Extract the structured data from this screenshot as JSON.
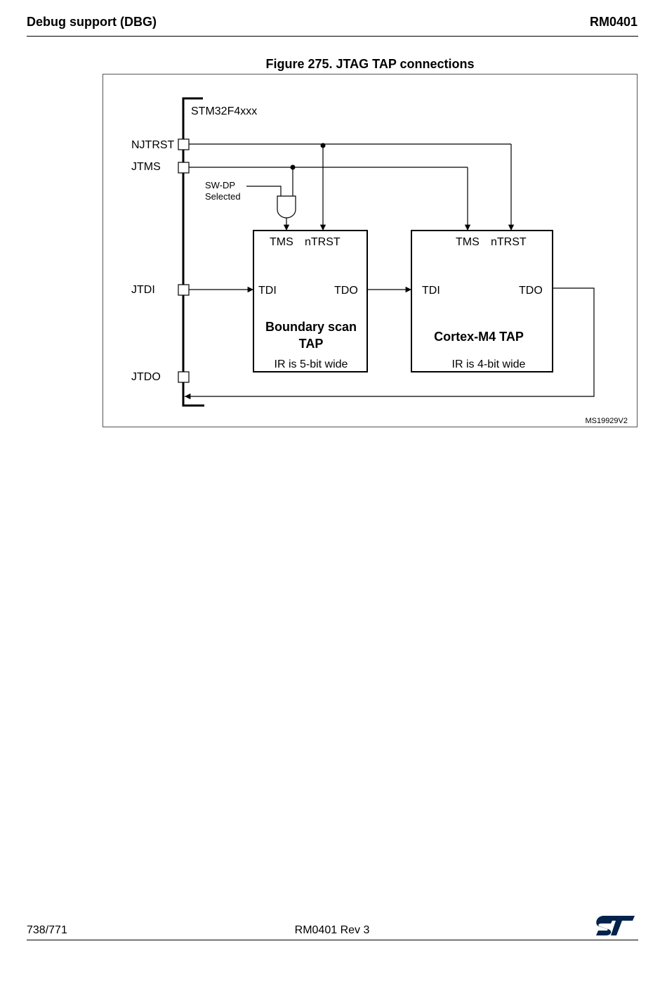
{
  "header": {
    "title": "Debug support (DBG)",
    "doc_id": "RM0401"
  },
  "figure": {
    "caption": "Figure 275. JTAG TAP connections",
    "chip_label": "STM32F4xxx",
    "pins": {
      "njtrst": "NJTRST",
      "jtms": "JTMS",
      "jtdi": "JTDI",
      "jtdo": "JTDO"
    },
    "swdp_label_line1": "SW-DP",
    "swdp_label_line2": "Selected",
    "boundary_scan": {
      "tms": "TMS",
      "ntrst": "nTRST",
      "tdi": "TDI",
      "tdo": "TDO",
      "title_line1": "Boundary scan",
      "title_line2": "TAP",
      "ir": "IR is 5-bit wide"
    },
    "cortex": {
      "tms": "TMS",
      "ntrst": "nTRST",
      "tdi": "TDI",
      "tdo": "TDO",
      "title": "Cortex-M4 TAP",
      "ir": "IR is 4-bit wide"
    },
    "figure_id": "MS19929V2"
  },
  "footer": {
    "page": "738/771",
    "doc_rev": "RM0401 Rev 3",
    "logo": "st-logo",
    "logo_color": "#03234b"
  }
}
